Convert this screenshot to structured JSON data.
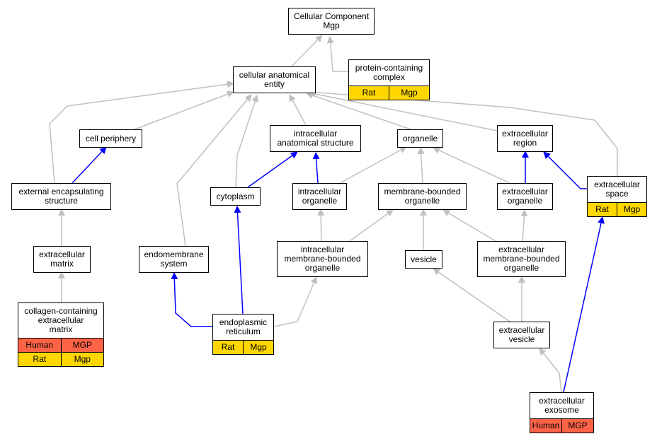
{
  "title": "",
  "nodes": {
    "cc": {
      "label": "Cellular Component\nMgp",
      "rows": []
    },
    "cae": {
      "label": "cellular anatomical\nentity",
      "rows": []
    },
    "pcc": {
      "label": "protein-containing\ncomplex",
      "rows": [
        [
          "Rat",
          "Mgp"
        ]
      ]
    },
    "cp": {
      "label": "cell periphery",
      "rows": []
    },
    "ias": {
      "label": "intracellular\nanatomical structure",
      "rows": []
    },
    "org": {
      "label": "organelle",
      "rows": []
    },
    "er": {
      "label": "extracellular\nregion",
      "rows": []
    },
    "ees": {
      "label": "external encapsulating\nstructure",
      "rows": []
    },
    "cyt": {
      "label": "cytoplasm",
      "rows": []
    },
    "io": {
      "label": "intracellular\norganelle",
      "rows": []
    },
    "mbo": {
      "label": "membrane-bounded\norganelle",
      "rows": []
    },
    "eo": {
      "label": "extracellular\norganelle",
      "rows": []
    },
    "es": {
      "label": "extracellular\nspace",
      "rows": [
        [
          "Rat",
          "Mgp"
        ]
      ]
    },
    "em": {
      "label": "extracellular\nmatrix",
      "rows": []
    },
    "ems": {
      "label": "endomembrane\nsystem",
      "rows": []
    },
    "imbo": {
      "label": "intracellular\nmembrane-bounded\norganelle",
      "rows": []
    },
    "ves": {
      "label": "vesicle",
      "rows": []
    },
    "embo": {
      "label": "extracellular\nmembrane-bounded\norganelle",
      "rows": []
    },
    "ccem": {
      "label": "collagen-containing\nextracellular\nmatrix",
      "rows": [
        [
          "Human",
          "MGP"
        ],
        [
          "Rat",
          "Mgp"
        ]
      ]
    },
    "endo": {
      "label": "endoplasmic\nreticulum",
      "rows": [
        [
          "Rat",
          "Mgp"
        ]
      ]
    },
    "ev": {
      "label": "extracellular\nvesicle",
      "rows": []
    },
    "exo": {
      "label": "extracellular\nexosome",
      "rows": [
        [
          "Human",
          "MGP"
        ]
      ]
    }
  },
  "edges": [
    {
      "from": "cae",
      "to": "cc",
      "kind": "is_a"
    },
    {
      "from": "pcc",
      "to": "cc",
      "kind": "is_a"
    },
    {
      "from": "cp",
      "to": "cae",
      "kind": "is_a"
    },
    {
      "from": "ees",
      "to": "cae",
      "kind": "is_a"
    },
    {
      "from": "ems",
      "to": "cae",
      "kind": "is_a"
    },
    {
      "from": "cyt",
      "to": "cae",
      "kind": "is_a"
    },
    {
      "from": "ias",
      "to": "cae",
      "kind": "is_a"
    },
    {
      "from": "org",
      "to": "cae",
      "kind": "is_a"
    },
    {
      "from": "er",
      "to": "cae",
      "kind": "is_a"
    },
    {
      "from": "es",
      "to": "cae",
      "kind": "is_a"
    },
    {
      "from": "ees",
      "to": "cp",
      "kind": "part_of"
    },
    {
      "from": "cyt",
      "to": "ias",
      "kind": "part_of"
    },
    {
      "from": "io",
      "to": "ias",
      "kind": "part_of"
    },
    {
      "from": "io",
      "to": "org",
      "kind": "is_a"
    },
    {
      "from": "mbo",
      "to": "org",
      "kind": "is_a"
    },
    {
      "from": "eo",
      "to": "org",
      "kind": "is_a"
    },
    {
      "from": "eo",
      "to": "er",
      "kind": "part_of"
    },
    {
      "from": "es",
      "to": "er",
      "kind": "part_of"
    },
    {
      "from": "em",
      "to": "ees",
      "kind": "is_a"
    },
    {
      "from": "ccem",
      "to": "em",
      "kind": "is_a"
    },
    {
      "from": "endo",
      "to": "cyt",
      "kind": "part_of"
    },
    {
      "from": "endo",
      "to": "ems",
      "kind": "part_of"
    },
    {
      "from": "endo",
      "to": "imbo",
      "kind": "is_a"
    },
    {
      "from": "imbo",
      "to": "io",
      "kind": "is_a"
    },
    {
      "from": "imbo",
      "to": "mbo",
      "kind": "is_a"
    },
    {
      "from": "ves",
      "to": "mbo",
      "kind": "is_a"
    },
    {
      "from": "embo",
      "to": "mbo",
      "kind": "is_a"
    },
    {
      "from": "embo",
      "to": "eo",
      "kind": "is_a"
    },
    {
      "from": "ev",
      "to": "ves",
      "kind": "is_a"
    },
    {
      "from": "ev",
      "to": "embo",
      "kind": "is_a"
    },
    {
      "from": "exo",
      "to": "ev",
      "kind": "is_a"
    },
    {
      "from": "exo",
      "to": "es",
      "kind": "part_of"
    }
  ],
  "colors": {
    "is_a": "#c0c0c0",
    "part_of": "#0000ff",
    "rat_row": "#ffd700",
    "human_row": "#ff6347"
  }
}
